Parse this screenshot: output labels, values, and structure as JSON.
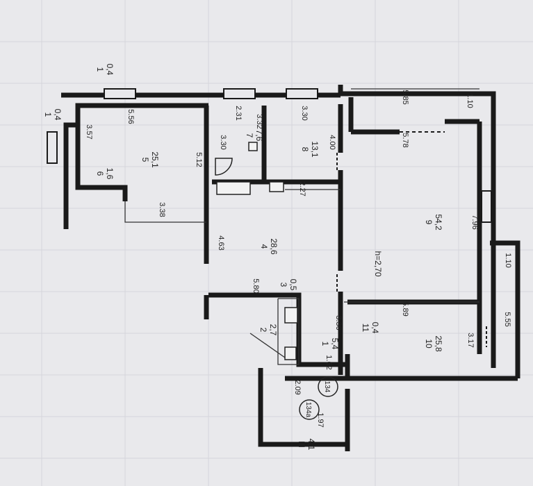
{
  "plan": {
    "ceiling_height": "h=2,70",
    "rooms": [
      {
        "id": "1a",
        "number": "1",
        "area": "0,4"
      },
      {
        "id": "1b",
        "number": "1",
        "area": "0,4"
      },
      {
        "id": "2",
        "number": "2",
        "area": "2,7"
      },
      {
        "id": "3",
        "number": "3",
        "area": "0,5"
      },
      {
        "id": "4",
        "number": "4",
        "area": "28,6"
      },
      {
        "id": "5",
        "number": "5",
        "area": "25,1"
      },
      {
        "id": "6",
        "number": "6",
        "area": "1,6"
      },
      {
        "id": "7",
        "number": "7",
        "area": "7,6"
      },
      {
        "id": "8",
        "number": "8",
        "area": "13,1"
      },
      {
        "id": "9",
        "number": "9",
        "area": "54,2"
      },
      {
        "id": "10",
        "number": "10",
        "area": "25,8"
      },
      {
        "id": "11",
        "number": "11",
        "area": "0,4"
      },
      {
        "id": "1c",
        "number": "1",
        "area": "5,4"
      },
      {
        "id": "III",
        "number": "III",
        "area": "4,1"
      }
    ],
    "dimensions": [
      "5.56",
      "3.57",
      "5.12",
      "3.38",
      "2.31",
      "3.30",
      "3.32",
      "3.30",
      "4.00",
      "2.27",
      "5.85",
      "1.10",
      "5.78",
      "7.96",
      "1.10",
      "5.55",
      "4.63",
      "5.80",
      "3.30",
      "5.89",
      "3.17",
      "1.62",
      "2.09",
      "1.97"
    ],
    "stair_labels": [
      "134",
      "134a"
    ]
  }
}
